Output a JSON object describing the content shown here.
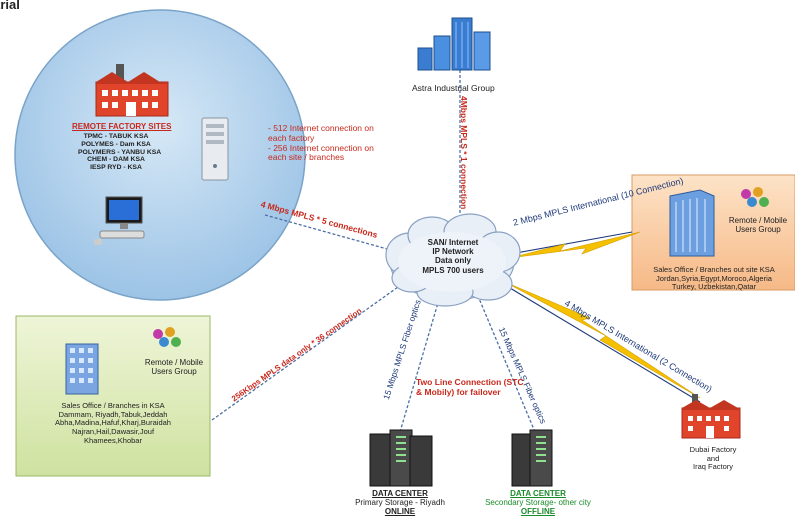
{
  "title": "trial",
  "cloud": {
    "line1": "SAN/ Internet",
    "line2": "IP Network",
    "line3": "Data only",
    "line4": "MPLS 700 users"
  },
  "hq": {
    "label": "Astra Industrial Group"
  },
  "remote_factories": {
    "heading": "REMOTE FACTORY SITES",
    "sites": [
      "TPMC - TABUK KSA",
      "POLYMES - Dam KSA",
      "POLYMERS - YANBU KSA",
      "CHEM - DAM KSA",
      "IESP RYD - KSA"
    ],
    "note1": "- 512 Internet connection on each factory",
    "note2": "- 256 Internet connection on each site / branches"
  },
  "links": {
    "factories": "4 Mbps MPLS * 5 connections",
    "hq": "4Mbps MPLS * 1 connection",
    "intl_2mb": "2 Mbps MPLS International (10 Connection)",
    "intl_4mb": "4 Mbps MPLS International (2 Connection)",
    "ksa_branches": "256Kbps MPLS data only * 36 connection",
    "dc_primary": "15 Mbps MPLS Fiber optics",
    "dc_secondary": "15 Mbps MPLS Fiber optics",
    "failover": "Two Line Connection (STC & Mobily) for failover"
  },
  "outside_ksa": {
    "remote_label1": "Remote / Mobile",
    "remote_label2": "Users Group",
    "title": "Sales Office / Branches out site KSA",
    "line1": "Jordan,Syria,Egypt,Moroco,Algeria",
    "line2": "Turkey, Uzbekistan,Qatar"
  },
  "ksa_branches": {
    "remote_label1": "Remote / Mobile",
    "remote_label2": "Users Group",
    "title": "Sales Office / Branches in KSA",
    "line1": "Dammam, Riyadh,Tabuk,Jeddah",
    "line2": "Abha,Madina,Hafuf,Kharj,Buraidah",
    "line3": "Najran,Hail,Dawasir,Jouf",
    "line4": "Khamees,Khobar"
  },
  "dubai": {
    "line1": "Dubai Factory",
    "line2": "and",
    "line3": "Iraq Factory"
  },
  "dc_primary": {
    "title": "DATA CENTER",
    "subtitle": "Primary Storage - Riyadh",
    "status": "ONLINE"
  },
  "dc_secondary": {
    "title": "DATA CENTER",
    "subtitle": "Secondary Storage- other city",
    "status": "OFFLINE"
  },
  "colors": {
    "circle": "#a9cbe8",
    "orange_panel": "#f7c79b",
    "green_panel": "#dbe9b4",
    "line_blue": "#4a6fa5",
    "bolt": "#f5c000",
    "red_text": "#c8281c"
  }
}
